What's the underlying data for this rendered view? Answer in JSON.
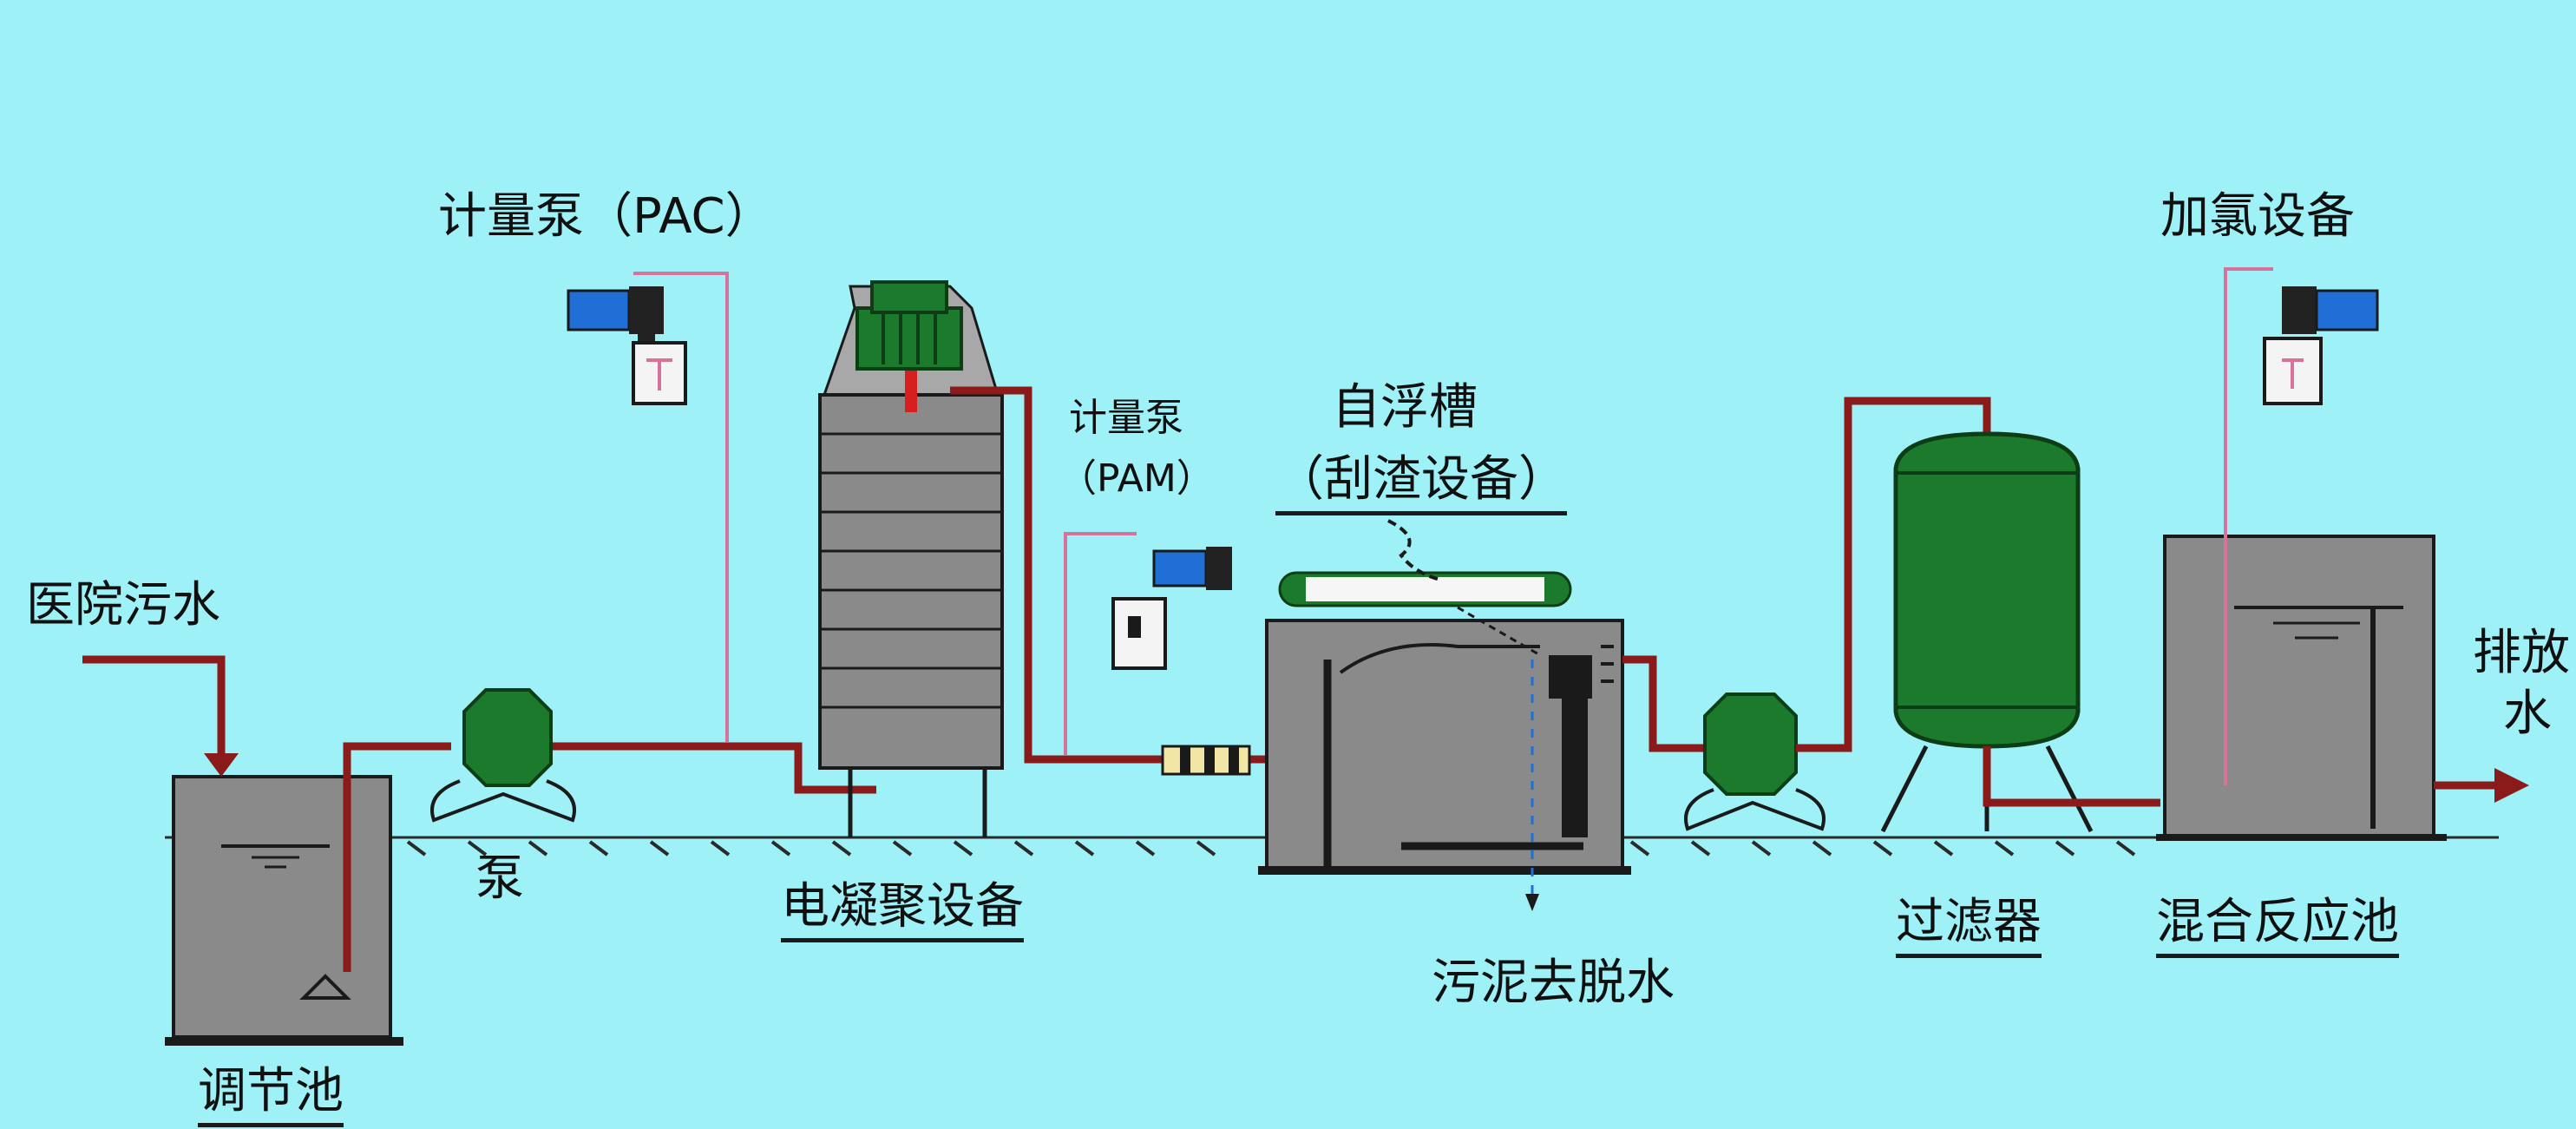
{
  "labels": {
    "hospital_wastewater": "医院污水",
    "metering_pump_pac": "计量泵（PAC）",
    "metering_pump_pam_line1": "计量泵",
    "metering_pump_pam_line2": "（PAM）",
    "self_floating_tank_line1": "自浮槽",
    "self_floating_tank_line2": "（刮渣设备）",
    "chlorination_equipment": "加氯设备",
    "discharge_line1": "排放",
    "discharge_line2": "水",
    "pump": "泵",
    "electrocoagulation_equipment": "电凝聚设备",
    "sludge_dewatering": "污泥去脱水",
    "filter": "过滤器",
    "mixing_reaction_tank": "混合反应池",
    "regulating_tank": "调节池"
  },
  "colors": {
    "background": "#9ef1f6",
    "pipe": "#8b1a1a",
    "equipment_gray": "#8a8a8a",
    "pump_green": "#1c7a2c",
    "dosing_pump_blue": "#1f6fd6",
    "dosing_line": "#d7739a"
  }
}
